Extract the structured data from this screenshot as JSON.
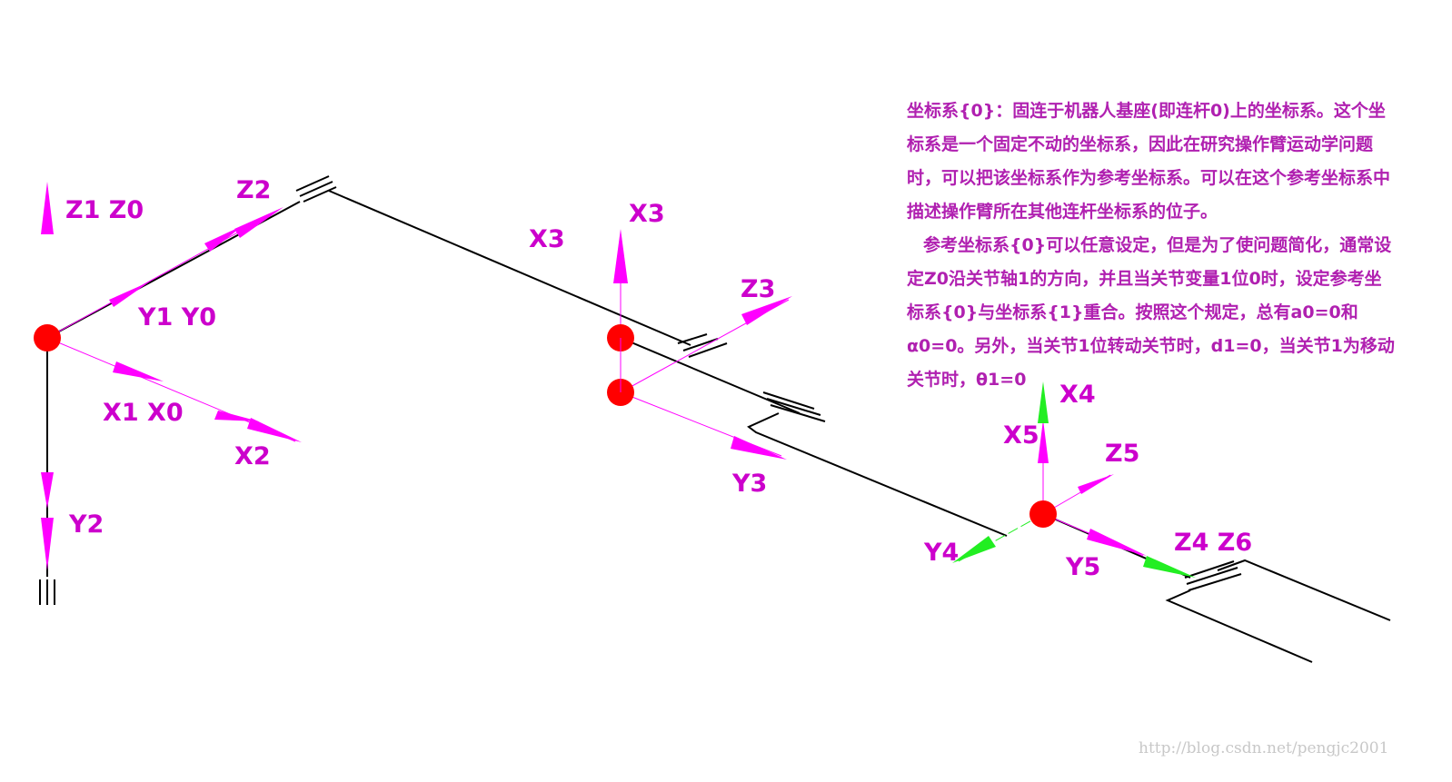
{
  "colors": {
    "link": "#000000",
    "magenta": "#ff00ff",
    "green": "#22ee22",
    "joint": "#ff0000",
    "label": "#cc00cc",
    "text": "#b020b0",
    "watermark": "#c8c8c8"
  },
  "labels": {
    "z1z0": "Z1 Z0",
    "y1y0": "Y1 Y0",
    "x1x0": "X1 X0",
    "z2": "Z2",
    "x2": "X2",
    "y2": "Y2",
    "x3_top": "X3",
    "x3": "X3",
    "z3": "Z3",
    "y3": "Y3",
    "x4": "X4",
    "x5": "X5",
    "z5": "Z5",
    "y4": "Y4",
    "y5": "Y5",
    "z4z6": "Z4 Z6"
  },
  "description": {
    "p1": "坐标系{0}：固连于机器人基座(即连杆0)上的坐标系。这个坐标系是一个固定不动的坐标系，因此在研究操作臂运动学问题时，可以把该坐标系作为参考坐标系。可以在这个参考坐标系中描述操作臂所在其他连杆坐标系的位子。",
    "p2": "参考坐标系{0}可以任意设定，但是为了使问题简化，通常设定Z0沿关节轴1的方向，并且当关节变量1位0时，设定参考坐标系{0}与坐标系{1}重合。按照这个规定，总有a0=0和α0=0。另外，当关节1位转动关节时，d1=0，当关节1为移动关节时，θ1=0"
  },
  "watermark": "http://blog.csdn.net/pengjc2001"
}
